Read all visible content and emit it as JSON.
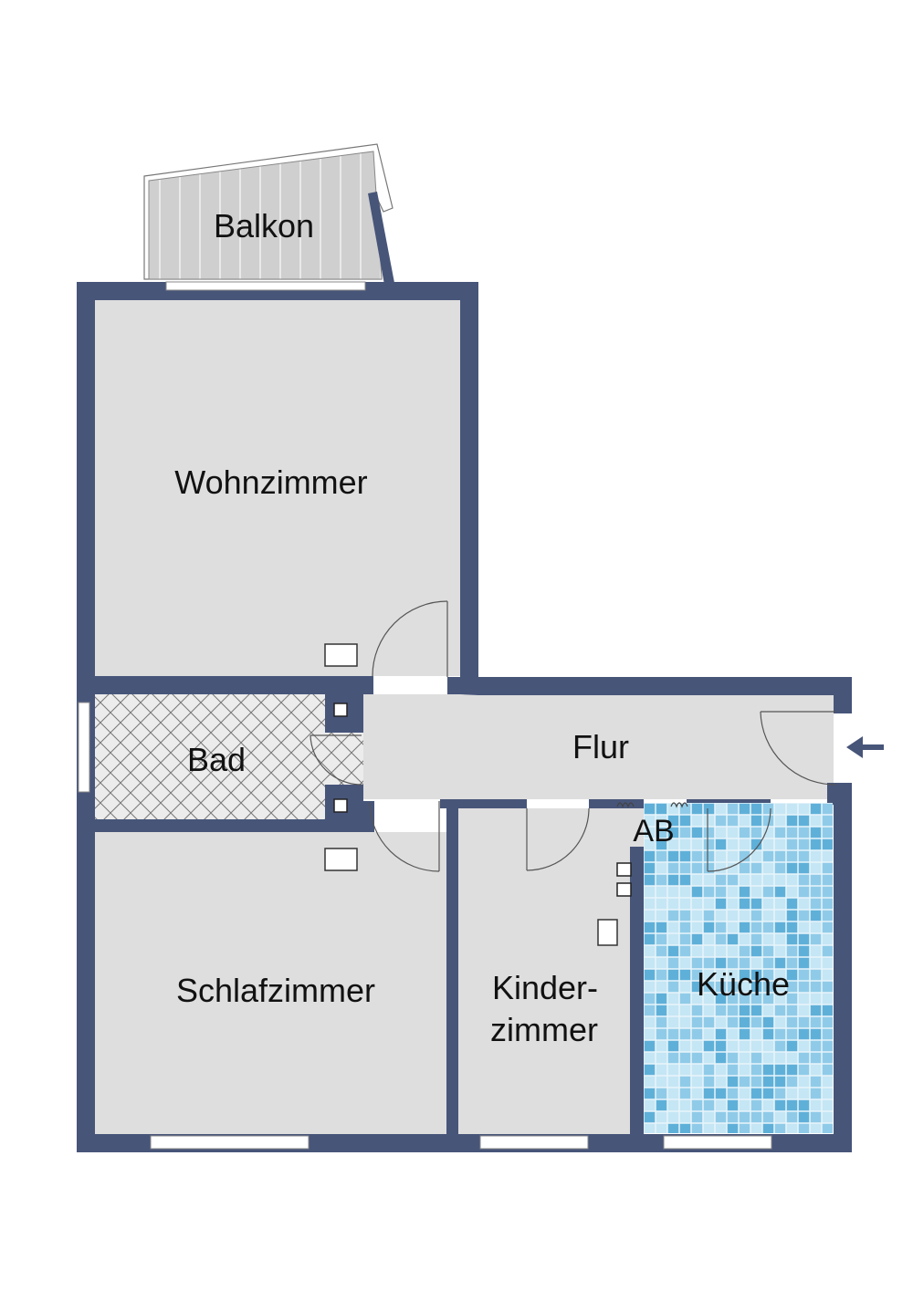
{
  "rooms": {
    "balkon": "Balkon",
    "wohnzimmer": "Wohnzimmer",
    "bad": "Bad",
    "flur": "Flur",
    "ab": "AB",
    "schlafzimmer": "Schlafzimmer",
    "kinderzimmer_line1": "Kinder-",
    "kinderzimmer_line2": "zimmer",
    "kueche": "Küche"
  },
  "colors": {
    "wall": "#475579",
    "floor": "#dedede",
    "balcony_deck": "#cfcfcf",
    "tile_light": "#c5e6f4",
    "tile_mid": "#8fcbe8",
    "tile_dark": "#5fb0d9"
  },
  "icons": {
    "entrance": "arrow-left-icon",
    "radiator": "radiator-icon",
    "shaft": "shaft-icon"
  }
}
